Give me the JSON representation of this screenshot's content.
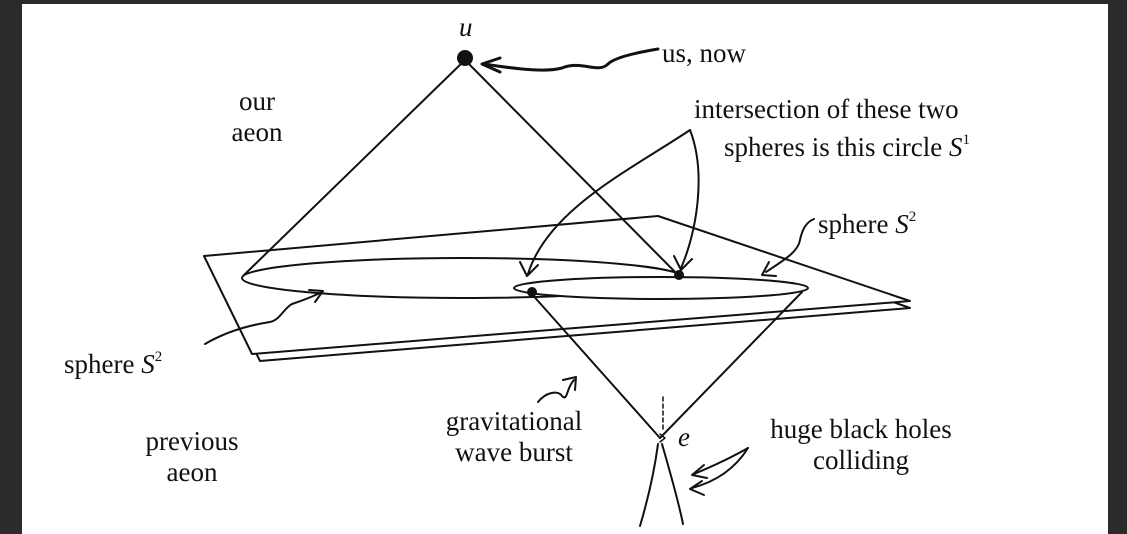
{
  "labels": {
    "point_u": "u",
    "point_e": "e",
    "us_now": "us, now",
    "our_aeon": [
      "our",
      "aeon"
    ],
    "intersection": [
      "intersection of these two",
      "spheres is this circle"
    ],
    "intersection_symbol": "S",
    "intersection_sup": "1",
    "sphere_word": "sphere",
    "sphere_symbol": "S",
    "sphere_sup": "2",
    "gravitational": [
      "gravitational",
      "wave burst"
    ],
    "previous_aeon": [
      "previous",
      "aeon"
    ],
    "black_holes": [
      "huge black holes",
      "colliding"
    ]
  },
  "colors": {
    "ink": "#111111",
    "paper": "#ffffff",
    "frame": "#2b2b2b"
  }
}
